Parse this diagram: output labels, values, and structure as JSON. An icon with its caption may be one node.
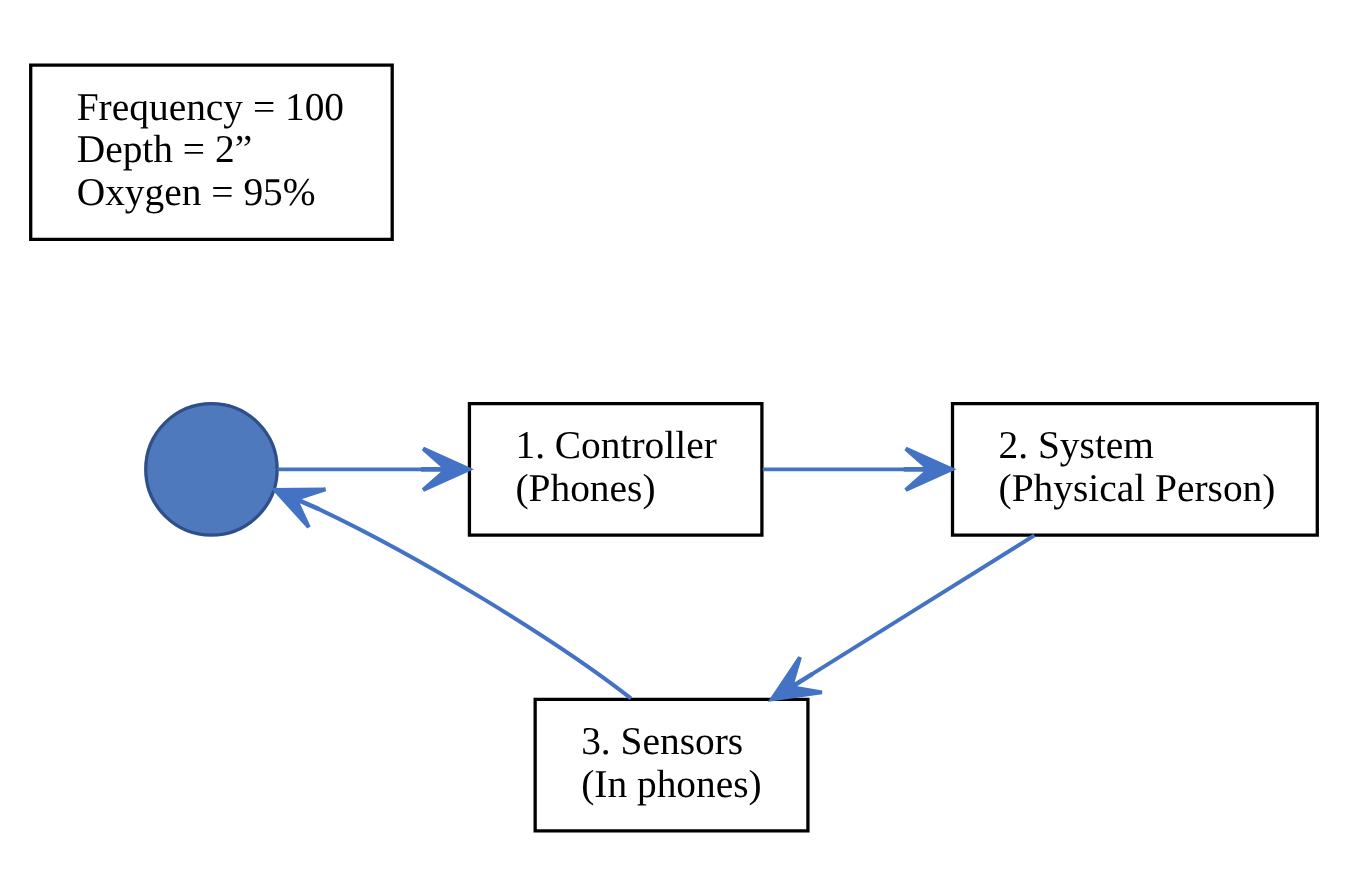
{
  "diagram": {
    "nodes": [
      {
        "text": [
          "Frequency = 100",
          "Depth = 2”",
          "Oxygen = 95%"
        ]
      },
      {
        "text": [],
        "shape": "circle"
      },
      {
        "text": [
          "1. Controller",
          "(Phones)"
        ]
      },
      {
        "text": [
          "2. System",
          "(Physical Person)"
        ]
      },
      {
        "text": [
          "3. Sensors",
          "(In phones)"
        ]
      }
    ],
    "edges": [
      {
        "from": 1,
        "to": 2,
        "arrow": "to"
      },
      {
        "from": 2,
        "to": 3,
        "arrow": "to"
      },
      {
        "from": 3,
        "to": 4,
        "arrow": "to"
      },
      {
        "from": 4,
        "to": 1,
        "arrow": "to"
      }
    ]
  }
}
